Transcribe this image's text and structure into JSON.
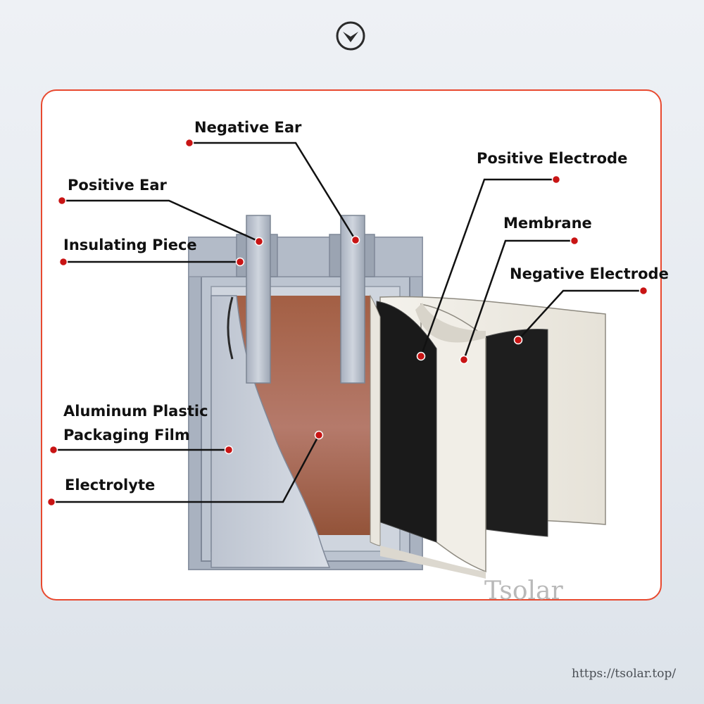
{
  "scroll_icon": "chevron-down-circle-icon",
  "colors": {
    "frame_border": "#e8492f",
    "leader_dot": "#c81414",
    "electrolyte": "#a0644c",
    "electrode_dark": "#1c1c1c",
    "membrane_light": "#eeebe3",
    "casing": "#b4bcc9"
  },
  "labels": {
    "negative_ear": "Negative Ear",
    "positive_ear": "Positive Ear",
    "insulating_piece": "Insulating Piece",
    "aluminum_film_line1": "Aluminum Plastic",
    "aluminum_film_line2": "Packaging Film",
    "electrolyte": "Electrolyte",
    "positive_electrode": "Positive Electrode",
    "membrane": "Membrane",
    "negative_electrode": "Negative Electrode"
  },
  "watermark": "Tsolar",
  "url": "https://tsolar.top/"
}
